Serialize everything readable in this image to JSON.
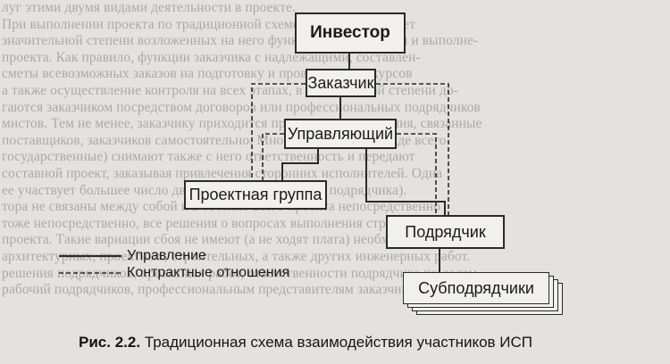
{
  "background_text": [
    "луг этими двумя видами деятельности в проекте.",
    "При выполнении проекта по традиционной схеме заказчик сам несет",
    "значительной степени возложенных на него функций планирования и выполне-",
    "проекта. Как правило, функции заказчика с надлежащими, составлен-",
    "сметы всевозможных заказов на подготовку и проведение конкурсов",
    "а также осуществление контроля на всех этапах, в той или иной степени до-",
    "гаются заказчиком посредством договоров или профессиональных подрядчиков",
    "мистов. Тем не менее, заказчику приходится принимать все решения, связанные",
    "поставщиков, заказчиков самостоятельно. Многие функции (прежде всего",
    "государственные) снимают также с него ответственность и передают",
    "составной проект, заказывая привлечения сторонних исполнителей. Одна",
    "ее участвует большее число двух типов (управления и подрядчика).",
    "тора не связаны между собой и в течение всего проекта непосредственно",
    "тоже непосредственно, все решения о вопросах выполнения строительного",
    "проекта. Такие вариации сбоя не имеют (а не ходят плата) необходимой",
    "архитектурных, проектных, строительных, а также других инженерных работ.",
    "решения подрядчиков, проектных работ, ответственности подрядчика по делам",
    "рабочий подрядчиков, профессиональным представителям заказчика, в проект"
  ],
  "boxes": {
    "investor": "Инвестор",
    "customer": "Заказчик",
    "manager": "Управляющий",
    "project_group": "Проектная группа",
    "contractor": "Подрядчик",
    "subcontractors": "Субподрядчики"
  },
  "legend": {
    "management": "Управление",
    "contract": "Контрактные отношения"
  },
  "caption": {
    "label": "Рис. 2.2.",
    "text": "Традиционная схема взаимодействия участников ИСП"
  },
  "colors": {
    "paper": "#e3e2df",
    "box_fill": "#f1f0ee",
    "line": "#2a2a2a"
  }
}
